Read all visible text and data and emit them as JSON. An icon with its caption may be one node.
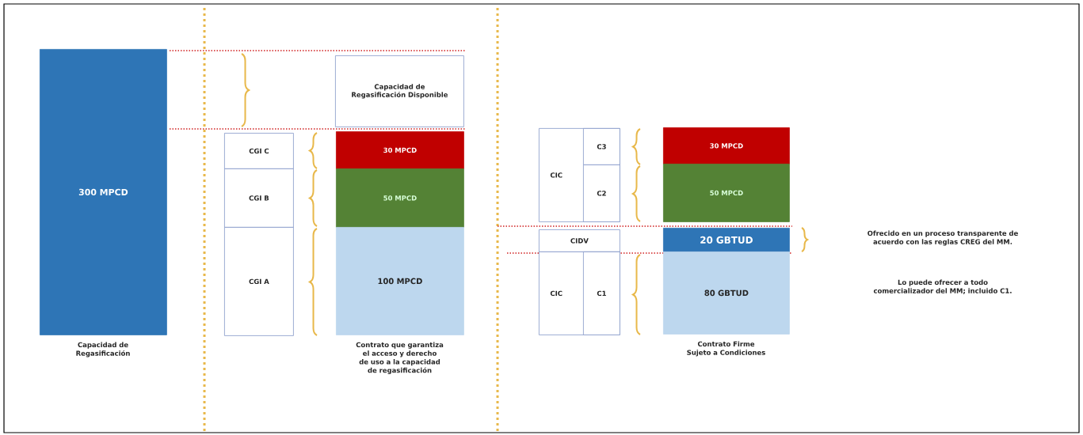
{
  "diagram": {
    "nodes": [
      {
        "text": [
          "300 MPCD"
        ],
        "beside": [
          "Capacidad de Regasificación"
        ]
      },
      {
        "text": [
          "Capacidad de Regasificación Disponible"
        ]
      },
      {
        "text": [
          "CGI C"
        ]
      },
      {
        "text": [
          "30 MPCD"
        ]
      },
      {
        "text": [
          "CGI B"
        ]
      },
      {
        "text": [
          "50 MPCD"
        ]
      },
      {
        "text": [
          "CGI A"
        ]
      },
      {
        "text": [
          "100 MPCD"
        ],
        "beside": [
          "Contrato que garantiza el acceso y derecho de uso a la capacidad de regasificación"
        ]
      },
      {
        "text": [
          "CIC"
        ]
      },
      {
        "text": [
          "C3"
        ],
        "in": 8
      },
      {
        "text": [
          "30 MPCD"
        ]
      },
      {
        "text": [
          "C2"
        ],
        "in": 8
      },
      {
        "text": [
          "50 MPCD"
        ]
      },
      {
        "text": [
          "CIDV"
        ]
      },
      {
        "text": [
          "20 GBTUD"
        ]
      },
      {
        "text": [
          "CIC"
        ]
      },
      {
        "text": [
          "C1"
        ],
        "in": 15
      },
      {
        "text": [
          "80 GBTUD"
        ],
        "beside": [
          "Contrato Firme Sujeto a Condiciones"
        ]
      }
    ],
    "labels": [
      "Ofrecido en un proceso transparente de acuerdo con las reglas CREG del MM.",
      "Lo puede ofrecer a todo comercializador del MM; incluido C1."
    ]
  }
}
